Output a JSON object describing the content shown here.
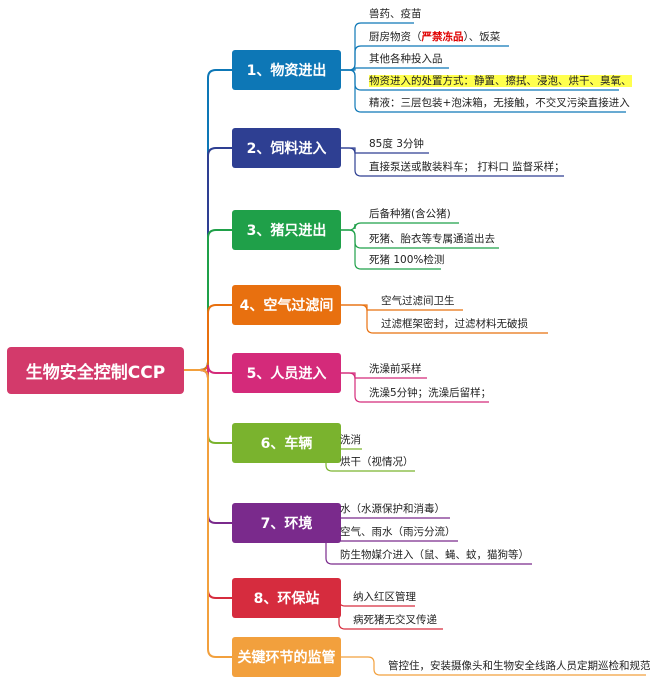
{
  "root": {
    "label": "生物安全控制CCP"
  },
  "branches": [
    {
      "label": "1、物资进出",
      "color": "#0d77b6",
      "leaves": [
        {
          "text": "兽药、疫苗"
        },
        {
          "pre": "厨房物资（",
          "red": "严禁冻品",
          "post": "）、饭菜"
        },
        {
          "text": "其他各种投入品"
        },
        {
          "text": "物资进入的处置方式：静置、擦拭、浸泡、烘干、臭氧、",
          "highlight": true
        },
        {
          "text": "精液：三层包装+泡沫箱，无接触，不交叉污染直接进入"
        }
      ]
    },
    {
      "label": "2、饲料进入",
      "color": "#2e3f92",
      "leaves": [
        {
          "text": "85度 3分钟"
        },
        {
          "text": "直接泵送或散装料车；  打料口 监督采样；"
        }
      ]
    },
    {
      "label": "3、猪只进出",
      "color": "#1fa049",
      "leaves": [
        {
          "text": "后备种猪(含公猪)"
        },
        {
          "text": "死猪、胎衣等专属通道出去"
        },
        {
          "text": "死猪 100%检测"
        }
      ]
    },
    {
      "label": "4、空气过滤间",
      "color": "#e8700f",
      "leaves": [
        {
          "text": "空气过滤间卫生"
        },
        {
          "text": "过滤框架密封，过滤材料无破损"
        }
      ]
    },
    {
      "label": "5、人员进入",
      "color": "#d42a7a",
      "leaves": [
        {
          "text": "洗澡前采样"
        },
        {
          "text": "洗澡5分钟；洗澡后留样；"
        }
      ]
    },
    {
      "label": "6、车辆",
      "color": "#7ab32e",
      "leaves": [
        {
          "text": "洗消"
        },
        {
          "text": "烘干（视情况）"
        }
      ]
    },
    {
      "label": "7、环境",
      "color": "#7a2a8c",
      "leaves": [
        {
          "text": "水（水源保护和消毒）"
        },
        {
          "text": "空气、雨水（雨污分流）"
        },
        {
          "text": "防生物媒介进入（鼠、蝇、蚊，猫狗等）"
        }
      ]
    },
    {
      "label": "8、环保站",
      "color": "#d62c3e",
      "leaves": [
        {
          "text": "纳入红区管理"
        },
        {
          "text": "病死猪无交叉传递"
        }
      ]
    },
    {
      "label": "关键环节的监管",
      "color": "#f2a03d",
      "leaves": [
        {
          "text": "管控住，安装摄像头和生物安全线路人员定期巡检和规范"
        }
      ]
    }
  ]
}
